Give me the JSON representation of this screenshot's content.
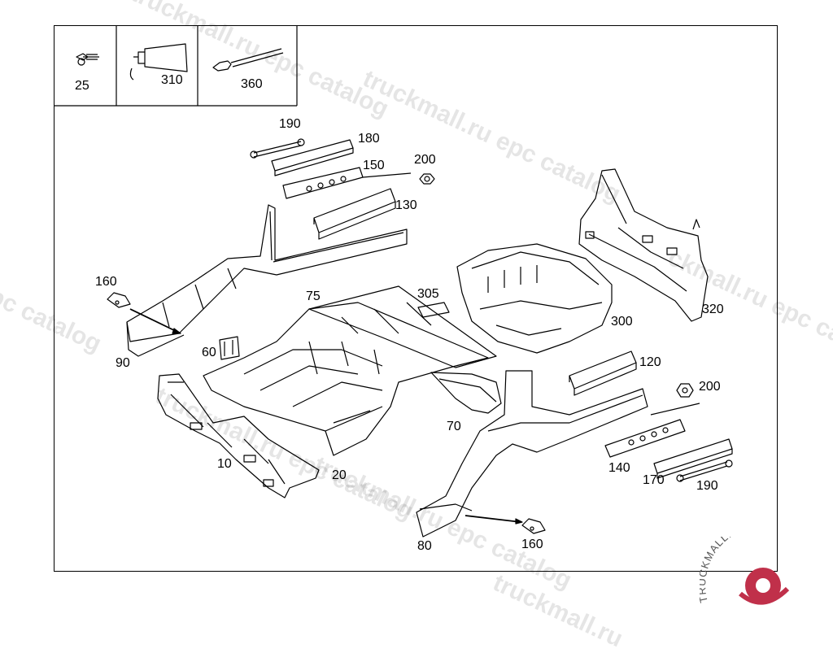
{
  "watermarks": [
    "truckmall.ru epc catalog",
    "truckmall.ru epc catalog",
    "ckmall.ru epc catalog",
    "epc catalog",
    "truckmall.ru epc catalog",
    "truckmall.ru epc catalog",
    "truckmall.ru"
  ],
  "logo_text": "TRUCKMALLPARTS",
  "part_numbers": {
    "p25": "25",
    "p310": "310",
    "p360": "360",
    "p190a": "190",
    "p180": "180",
    "p150": "150",
    "p200a": "200",
    "p130": "130",
    "p160a": "160",
    "p90": "90",
    "p60": "60",
    "p75": "75",
    "p305": "305",
    "p300": "300",
    "p320": "320",
    "p120": "120",
    "p200b": "200",
    "p70": "70",
    "p10": "10",
    "p20": "20",
    "p140": "140",
    "p170": "170",
    "p190b": "190",
    "p80": "80",
    "p160b": "160"
  },
  "colors": {
    "line": "#000000",
    "background": "#ffffff",
    "logo": "#c0304a"
  }
}
